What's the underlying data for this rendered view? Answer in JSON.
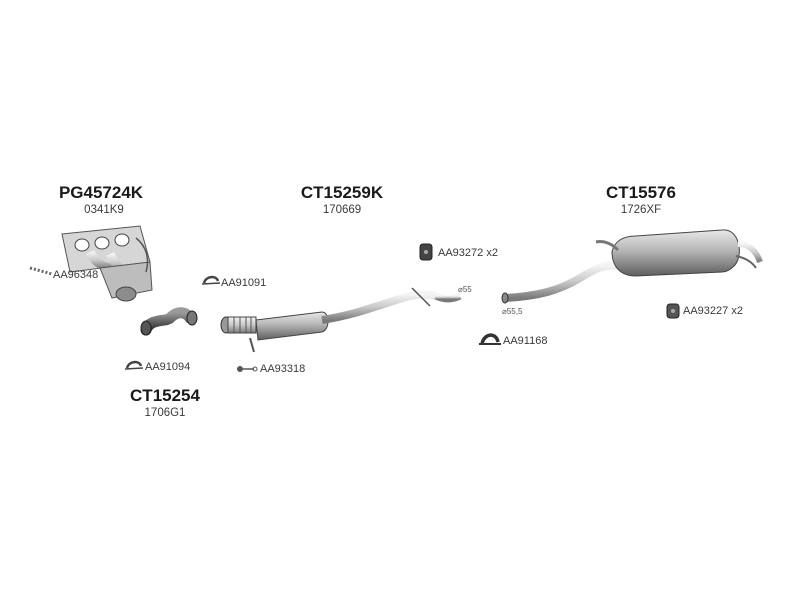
{
  "groups": [
    {
      "code": "PG45724K",
      "ref": "0341K9"
    },
    {
      "code": "CT15259K",
      "ref": "170669"
    },
    {
      "code": "CT15576",
      "ref": "1726XF"
    },
    {
      "code": "CT15254",
      "ref": "1706G1"
    }
  ],
  "accessories": [
    {
      "label": "AA96348"
    },
    {
      "label": "AA91091"
    },
    {
      "label": "AA91094"
    },
    {
      "label": "AA93318"
    },
    {
      "label": "AA93272 x2"
    },
    {
      "label": "AA91168"
    },
    {
      "label": "AA93227 x2"
    }
  ],
  "dimensions": [
    {
      "label": "⌀55"
    },
    {
      "label": "⌀55,5"
    }
  ]
}
